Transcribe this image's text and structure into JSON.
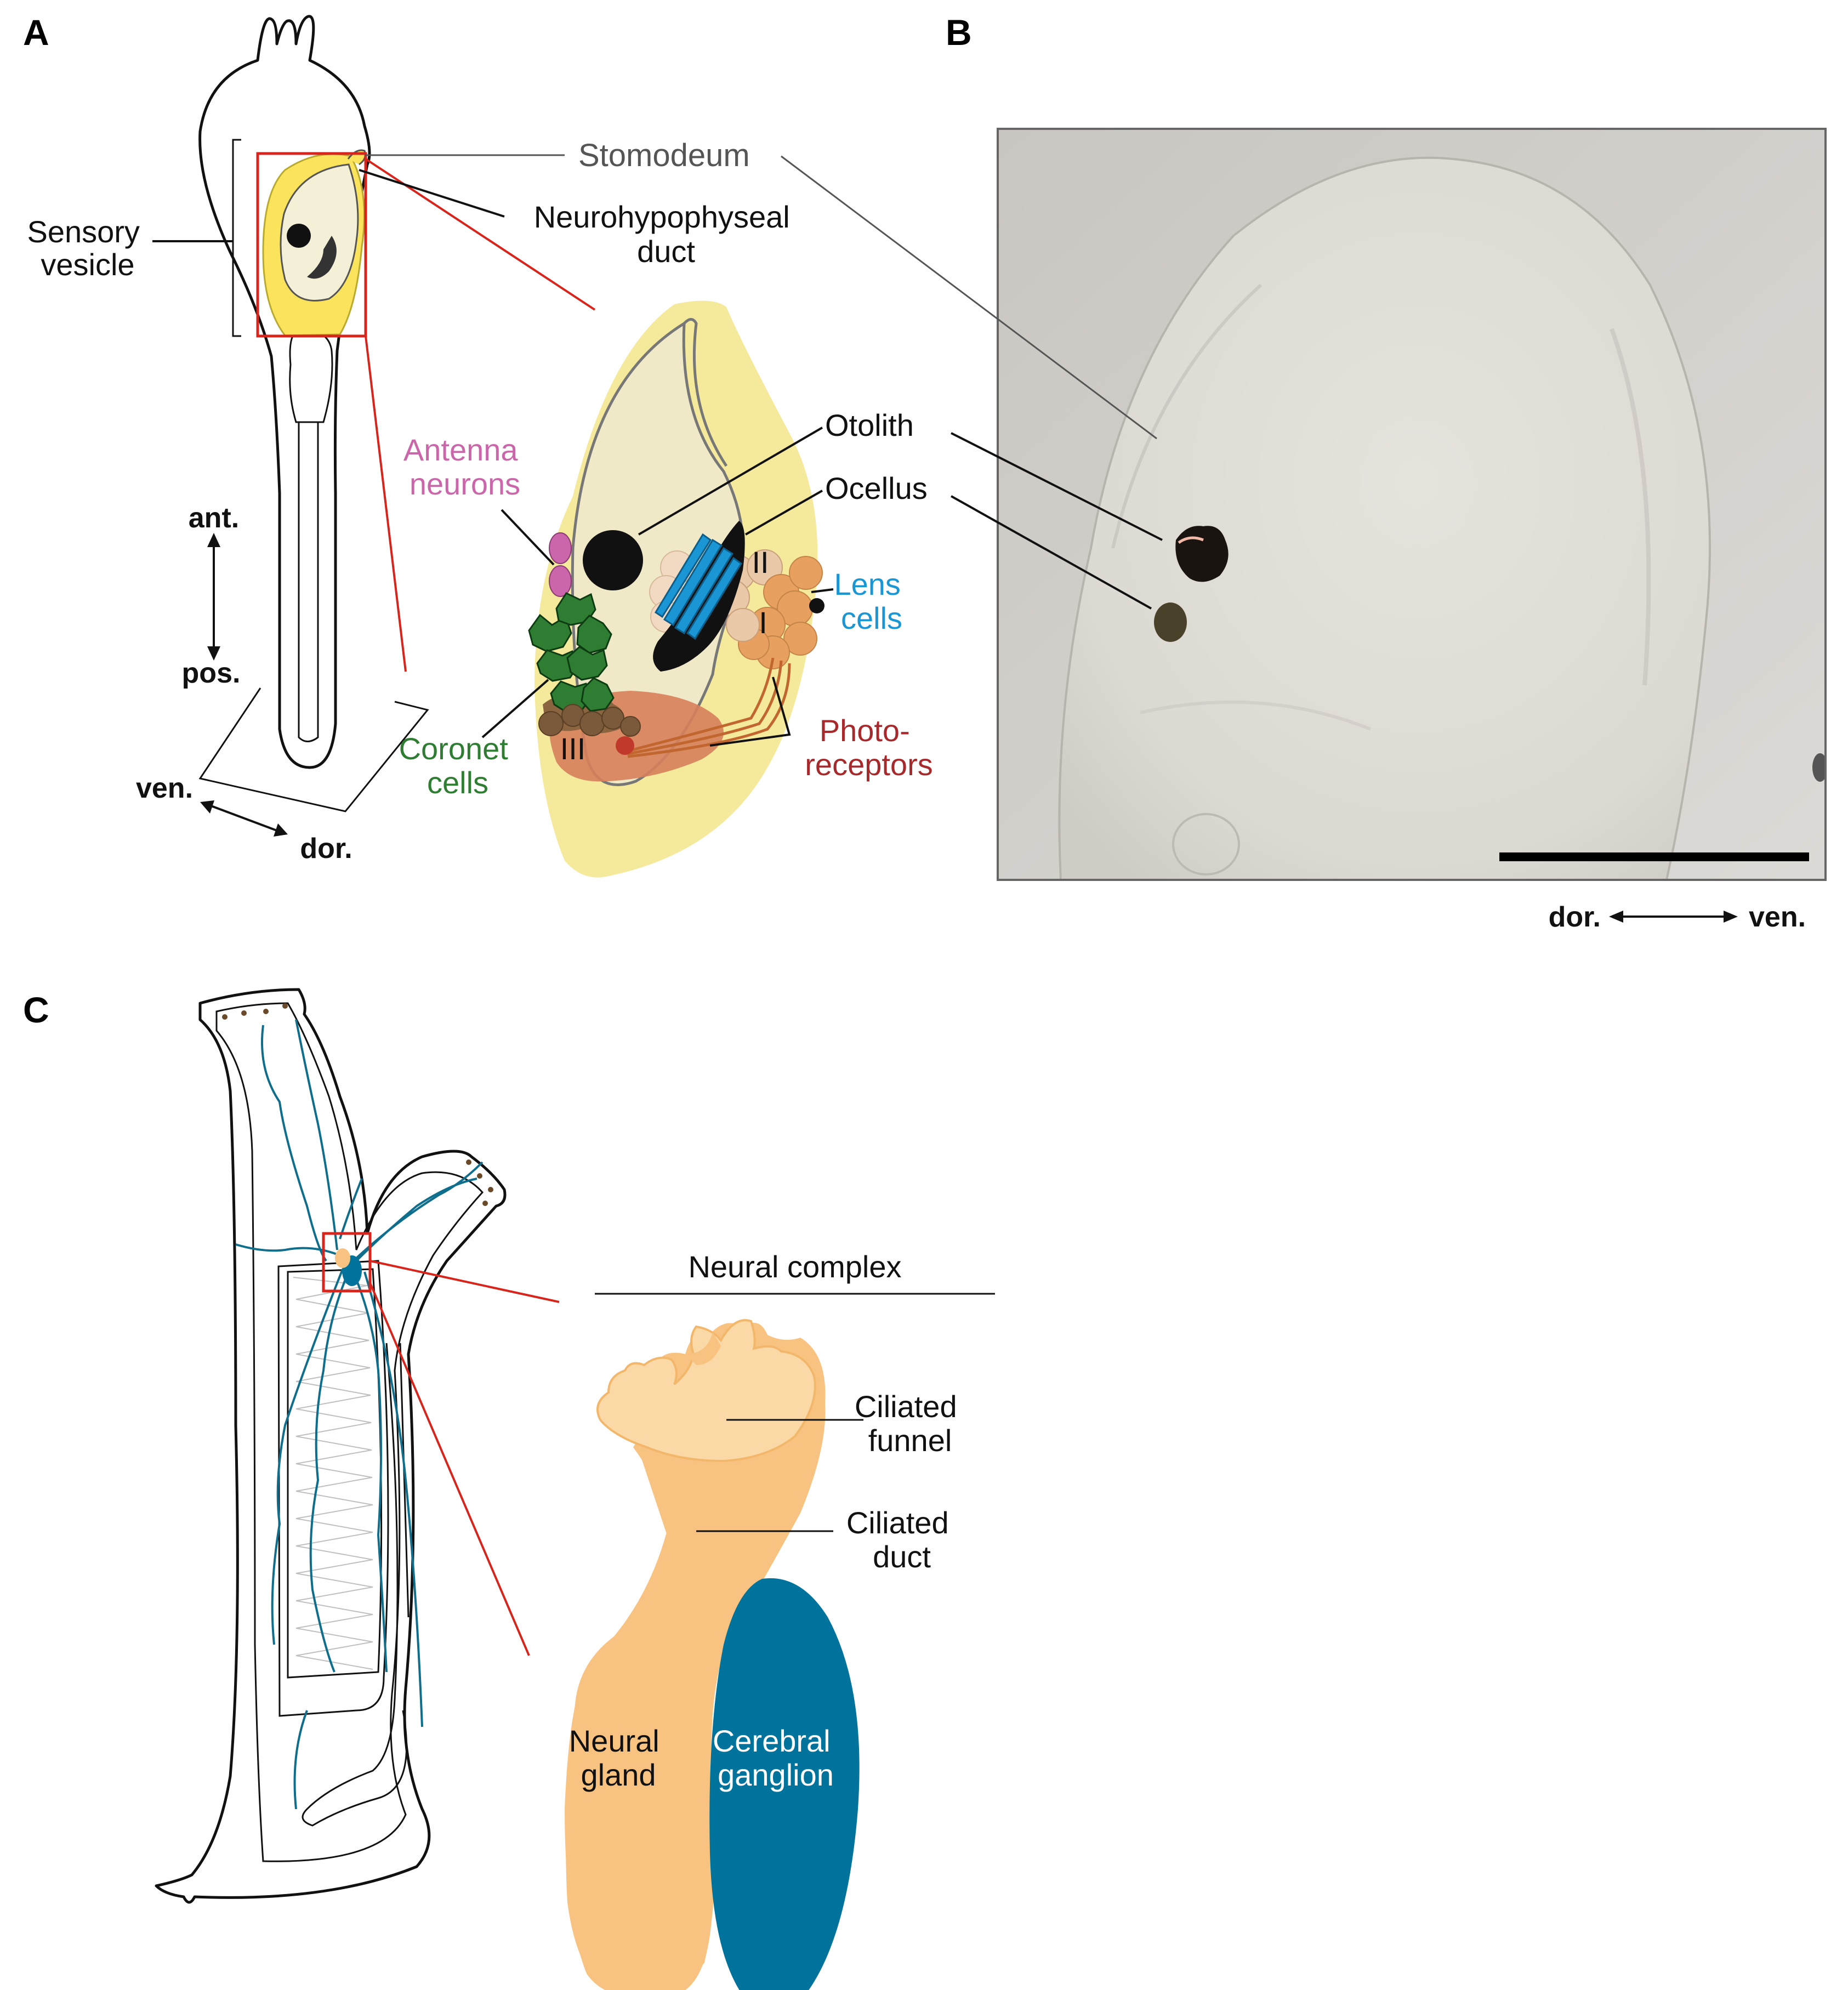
{
  "panels": {
    "a": {
      "letter": "A"
    },
    "b": {
      "letter": "B"
    },
    "c": {
      "letter": "C"
    }
  },
  "panel_a": {
    "sensory_vesicle": [
      "Sensory",
      "vesicle"
    ],
    "stomodeum": "Stomodeum",
    "neurohypophyseal_duct": [
      "Neurohypophyseal",
      "duct"
    ],
    "otolith": "Otolith",
    "ocellus": "Ocellus",
    "antenna_neurons": [
      "Antenna",
      "neurons"
    ],
    "lens_cells": [
      "Lens",
      "cells"
    ],
    "coronet_cells": [
      "Coronet",
      "cells"
    ],
    "photoreceptors": [
      "Photo-",
      "receptors"
    ],
    "roman_i": "I",
    "roman_ii": "II",
    "roman_iii": "III",
    "axis_ant": "ant.",
    "axis_pos": "pos.",
    "axis_ven": "ven.",
    "axis_dor": "dor."
  },
  "panel_b": {
    "axis_dor": "dor.",
    "axis_ven": "ven."
  },
  "panel_c": {
    "title": "Neural complex",
    "ciliated_funnel": [
      "Ciliated",
      "funnel"
    ],
    "ciliated_duct": [
      "Ciliated",
      "duct"
    ],
    "neural_gland": [
      "Neural",
      "gland"
    ],
    "cerebral_ganglion": [
      "Cerebral",
      "ganglion"
    ]
  },
  "colors": {
    "vesicle_yellow": "#f5e99c",
    "vesicle_inner": "#fbe45b",
    "lumen": "#efe9c8",
    "antenna_pink": "#cc66aa",
    "lens_blue": "#1a96d4",
    "coronet_green": "#2e7d32",
    "photoreceptor_red": "#c0392b",
    "pigment_orange": "#e8a060",
    "neural_gland_orange": "#f8c381",
    "funnel_light": "#fbd9a6",
    "ganglion_teal": "#00739c",
    "red_box": "#d9241c",
    "photo_bg": "#d7d4cf"
  }
}
